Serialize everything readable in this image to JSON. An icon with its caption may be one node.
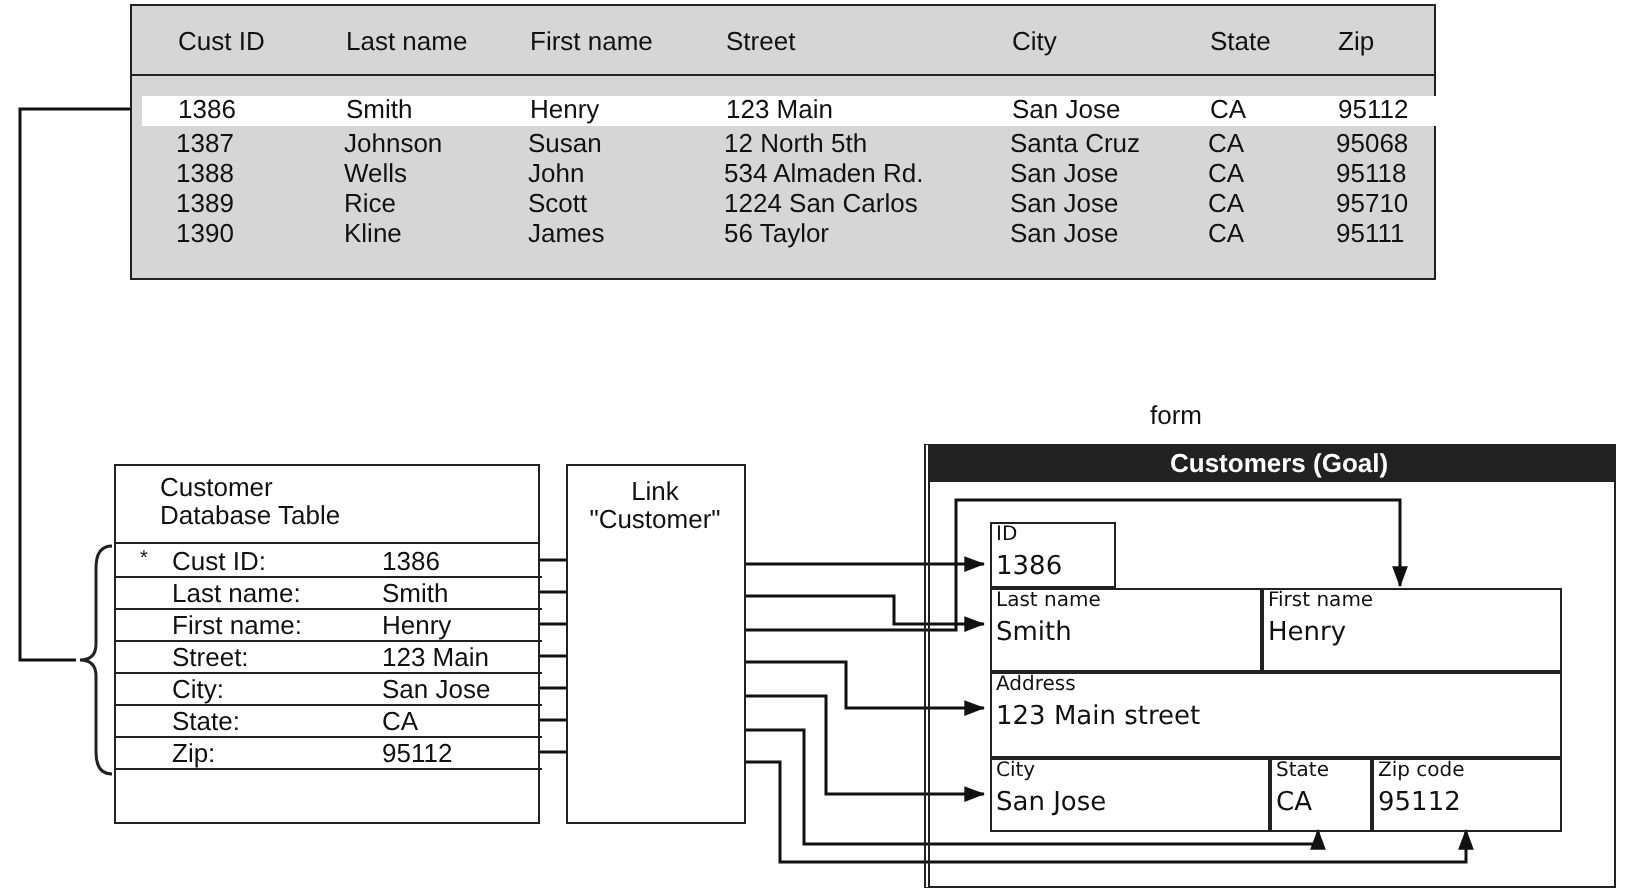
{
  "diagram": {
    "nodes": [
      {
        "text": [
          "Cust ID",
          "Last name",
          "First name",
          "Street",
          "City",
          "State",
          "Zip"
        ]
      },
      {
        "text": [
          "1386",
          "Smith",
          "Henry",
          "123 Main",
          "San Jose",
          "CA",
          "95112"
        ],
        "in": 0
      },
      {
        "text": [],
        "shape": "brace"
      },
      {
        "text": [
          "Customer Database Table"
        ]
      },
      {
        "text": [
          "Cust ID:",
          "1386"
        ],
        "in": 3
      },
      {
        "text": [
          "Last name:",
          "Smith"
        ],
        "in": 3
      },
      {
        "text": [
          "First name:",
          "Henry"
        ],
        "in": 3
      },
      {
        "text": [
          "Street:",
          "123 Main"
        ],
        "in": 3
      },
      {
        "text": [
          "City:",
          "San Jose"
        ],
        "in": 3
      },
      {
        "text": [
          "State:",
          "CA"
        ],
        "in": 3
      },
      {
        "text": [
          "Zip:",
          "95112"
        ],
        "in": 3
      },
      {
        "text": [
          "Link \"Customer\""
        ]
      },
      {
        "text": [
          "Customers (Goal)"
        ]
      },
      {
        "text": [
          "ID",
          "1386"
        ],
        "in": 12
      },
      {
        "text": [
          "Last name",
          "Smith"
        ],
        "in": 12
      },
      {
        "text": [
          "First name",
          "Henry"
        ],
        "in": 12
      },
      {
        "text": [
          "Address",
          "123 Main street"
        ],
        "in": 12
      },
      {
        "text": [
          "City",
          "San Jose"
        ],
        "in": 12
      },
      {
        "text": [
          "State",
          "CA"
        ],
        "in": 12
      },
      {
        "text": [
          "Zip code",
          "95112"
        ],
        "in": 12
      }
    ],
    "edges": [
      {
        "from": 1,
        "to": 2,
        "arrow": "none"
      },
      {
        "from": 4,
        "to": 11,
        "arrow": "none"
      },
      {
        "from": 5,
        "to": 11,
        "arrow": "none"
      },
      {
        "from": 6,
        "to": 11,
        "arrow": "none"
      },
      {
        "from": 7,
        "to": 11,
        "arrow": "none"
      },
      {
        "from": 8,
        "to": 11,
        "arrow": "none"
      },
      {
        "from": 9,
        "to": 11,
        "arrow": "none"
      },
      {
        "from": 10,
        "to": 11,
        "arrow": "none"
      },
      {
        "from": 11,
        "to": 13,
        "arrow": "to"
      },
      {
        "from": 11,
        "to": 14,
        "arrow": "to"
      },
      {
        "from": 11,
        "to": 15,
        "arrow": "to"
      },
      {
        "from": 11,
        "to": 16,
        "arrow": "to"
      },
      {
        "from": 11,
        "to": 17,
        "arrow": "to"
      },
      {
        "from": 11,
        "to": 18,
        "arrow": "to"
      },
      {
        "from": 11,
        "to": 19,
        "arrow": "to"
      }
    ],
    "labels": [
      "1387",
      "Johnson",
      "Susan",
      "12 North 5th",
      "Santa Cruz",
      "CA",
      "95068",
      "1388",
      "Wells",
      "John",
      "534 Almaden Rd.",
      "San Jose",
      "CA",
      "95118",
      "1389",
      "Rice",
      "Scott",
      "1224 San Carlos",
      "San Jose",
      "CA",
      "95710",
      "1390",
      "Kline",
      "James",
      "56 Taylor",
      "San Jose",
      "CA",
      "95111",
      "form",
      "*"
    ]
  }
}
